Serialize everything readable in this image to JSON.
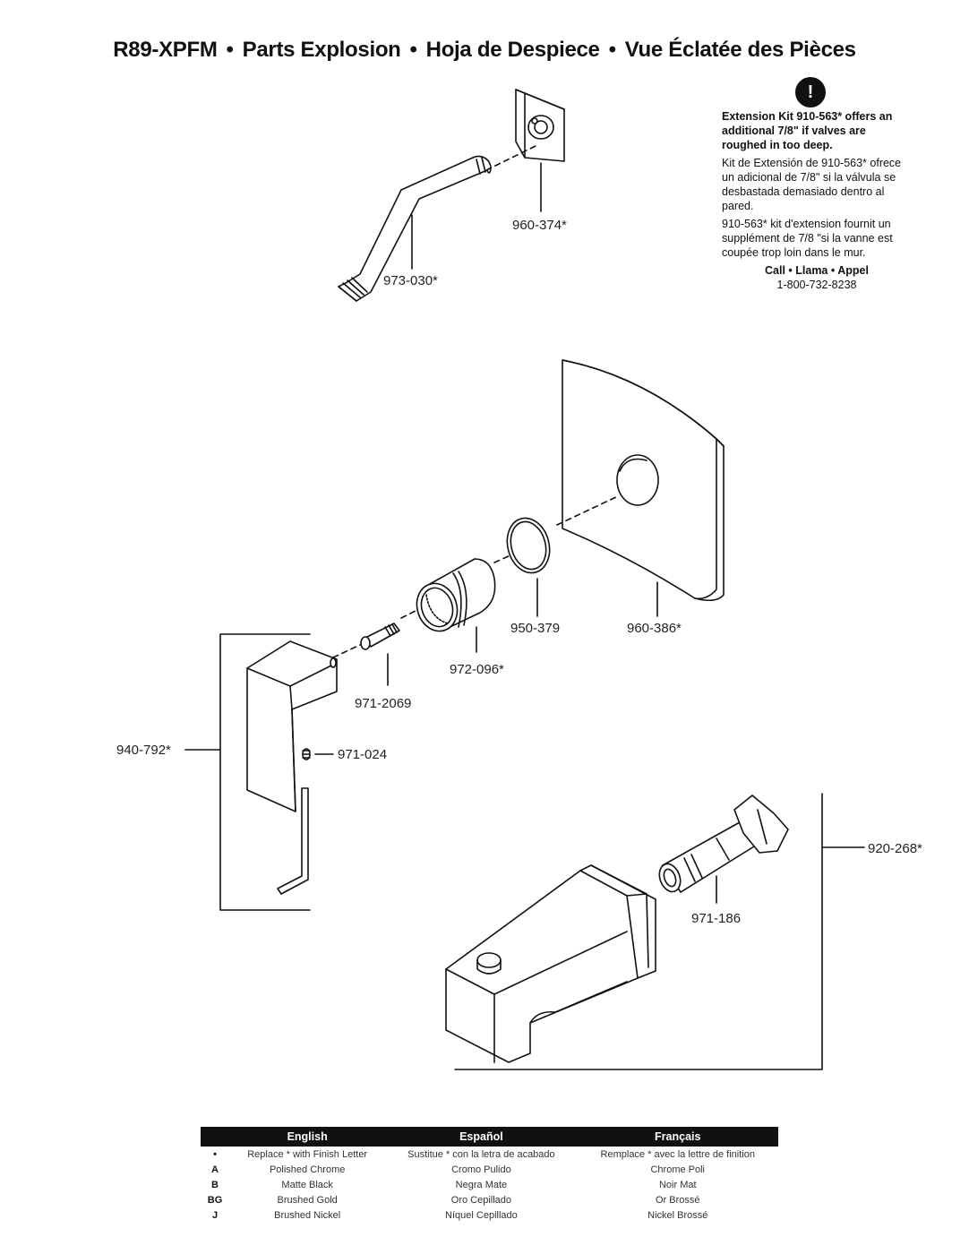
{
  "title": {
    "part1": "R89-XPFM",
    "part2": "Parts Explosion",
    "part3": "Hoja de Despiece",
    "part4": "Vue Éclatée des Pièces",
    "separator": "•"
  },
  "notice": {
    "icon": "!",
    "english": "Extension Kit 910-563* offers an additional 7/8\" if valves are roughed in too deep.",
    "spanish": "Kit de Extensión de 910-563* ofrece un adicional de 7/8\" si la válvula se desbastada demasiado dentro al pared.",
    "french": "910-563* kit d'extension fournit un supplément de 7/8 \"si la vanne est coupée trop loin dans le mur.",
    "call_label": "Call • Llama • Appel",
    "phone": "1-800-732-8238"
  },
  "parts": {
    "shower_flange": "960-374*",
    "shower_arm": "973-030*",
    "trim_plate": "960-386*",
    "o_ring": "950-379",
    "sleeve": "972-096*",
    "stem_extension": "971-2069",
    "handle_assembly": "940-792*",
    "set_screw": "971-024",
    "tub_spout_assembly": "920-268*",
    "spout_adapter": "971-186"
  },
  "legend": {
    "headers": [
      "English",
      "Español",
      "Français"
    ],
    "rows": [
      {
        "code": "•",
        "english": "Replace * with Finish Letter",
        "spanish": "Sustitue * con la letra de acabado",
        "french": "Remplace * avec la lettre de finition"
      },
      {
        "code": "A",
        "english": "Polished Chrome",
        "spanish": "Cromo Pulido",
        "french": "Chrome Poli"
      },
      {
        "code": "B",
        "english": "Matte Black",
        "spanish": "Negra Mate",
        "french": "Noir Mat"
      },
      {
        "code": "BG",
        "english": "Brushed Gold",
        "spanish": "Oro Cepillado",
        "french": "Or Brossé"
      },
      {
        "code": "J",
        "english": "Brushed Nickel",
        "spanish": "Níquel Cepillado",
        "french": "Nickel Brossé"
      }
    ]
  }
}
